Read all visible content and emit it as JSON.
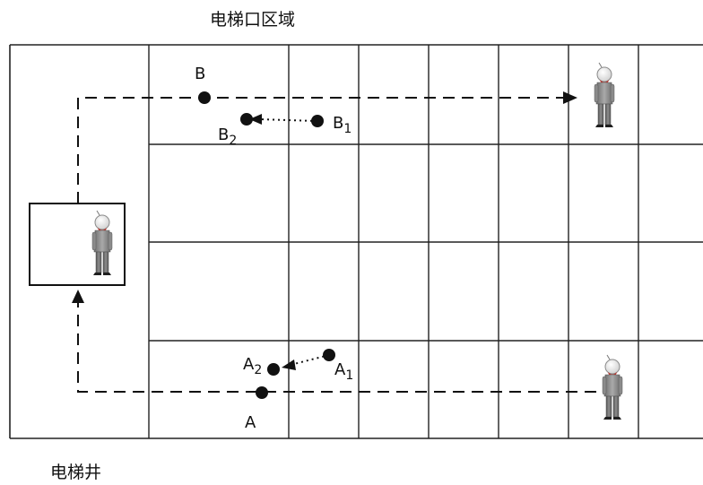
{
  "captions": {
    "top": "电梯口区域",
    "bottom": "电梯井"
  },
  "labels": {
    "A": "A",
    "A1_main": "A",
    "A1_sub": "1",
    "A2_main": "A",
    "A2_sub": "2",
    "B": "B",
    "B1_main": "B",
    "B1_sub": "1",
    "B2_main": "B",
    "B2_sub": "2"
  },
  "figures": [
    {
      "id": "in-elevator",
      "icon": "person-icon"
    },
    {
      "id": "top-right",
      "icon": "person-icon"
    },
    {
      "id": "bottom-right",
      "icon": "person-icon"
    }
  ]
}
